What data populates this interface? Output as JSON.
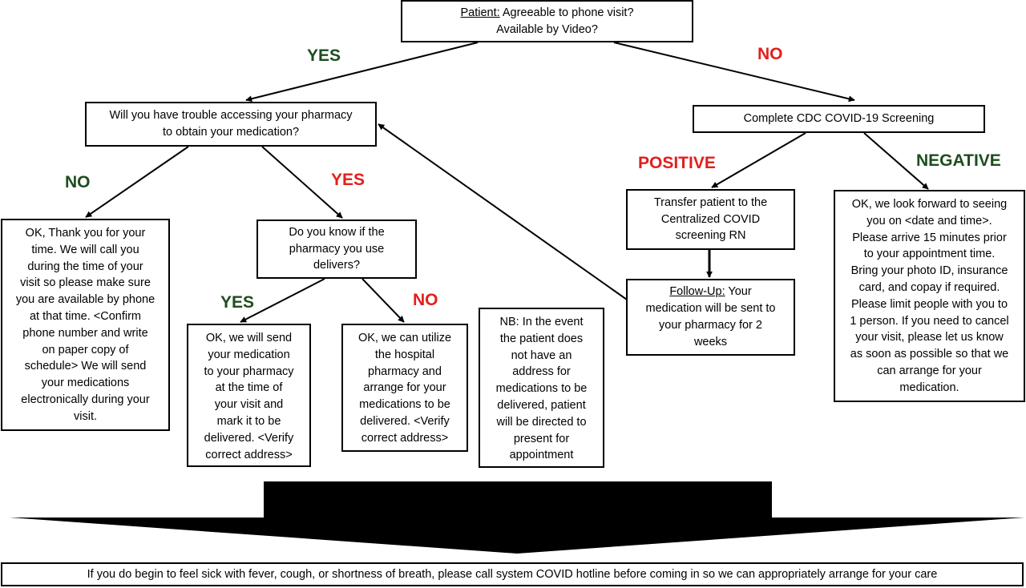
{
  "nodes": {
    "patient_start": {
      "lines_html": [
        "<span class=\"u\">Patient:</span> Agreeable to phone visit?",
        "Available by Video?"
      ]
    },
    "pharmacy_access": {
      "lines_html": [
        "Will you have trouble accessing your pharmacy",
        "to obtain your medication?"
      ]
    },
    "cdc_screening": {
      "lines_html": [
        "Complete CDC COVID-19 Screening"
      ]
    },
    "no_trouble": {
      "lines_html": [
        "OK, Thank you for your",
        "time. We will call you",
        "during the time of your",
        "visit so please make sure",
        "you are available by phone",
        "at that time. &lt;Confirm",
        "phone number and write",
        "on paper copy of",
        "schedule&gt; We will send",
        "your medications",
        "electronically during your",
        "visit."
      ]
    },
    "delivers_q": {
      "lines_html": [
        "Do you know if the",
        "pharmacy you use",
        "delivers?"
      ]
    },
    "send_to_pharmacy": {
      "lines_html": [
        "OK, we will send",
        "your medication",
        "to your pharmacy",
        "at the time of",
        "your visit and",
        "mark it to be",
        "delivered. &lt;Verify",
        "correct address&gt;"
      ]
    },
    "hospital_pharmacy": {
      "lines_html": [
        "OK, we can utilize",
        "the hospital",
        "pharmacy and",
        "arrange for your",
        "medications to be",
        "delivered. &lt;Verify",
        "correct address&gt;"
      ]
    },
    "nb_note": {
      "lines_html": [
        "NB: In the event",
        "the patient does",
        "not have an",
        "address for",
        "medications to be",
        "delivered, patient",
        "will be directed to",
        "present for",
        "appointment"
      ]
    },
    "transfer_rn": {
      "lines_html": [
        "Transfer patient to the",
        "Centralized COVID",
        "screening RN"
      ]
    },
    "follow_up": {
      "lines_html": [
        "<span class=\"u\">Follow-Up:</span> Your",
        "medication will be sent to",
        "your pharmacy for 2",
        "weeks"
      ]
    },
    "negative_ok": {
      "lines_html": [
        "OK, we look forward to seeing",
        "you on &lt;date and time&gt;.",
        "Please arrive 15 minutes prior",
        "to your appointment time.",
        "Bring your photo ID, insurance",
        "card, and copay if required.",
        "Please limit people with you to",
        "1 person. If you need to cancel",
        "your visit, please let us know",
        "as soon as possible so that we",
        "can arrange for your",
        "medication."
      ]
    }
  },
  "edge_labels": {
    "yes_video": "YES",
    "no_video": "NO",
    "no_trouble": "NO",
    "yes_trouble": "YES",
    "yes_delivers": "YES",
    "no_delivers": "NO",
    "positive": "POSITIVE",
    "negative": "NEGATIVE"
  },
  "footer": "If you  do begin to feel sick with fever, cough, or shortness of breath, please call system COVID hotline before coming in so we can appropriately arrange for your care",
  "colors": {
    "yes_no_green": "#1e4d1e",
    "yes_no_red": "#e0201c",
    "line": "#000000"
  }
}
